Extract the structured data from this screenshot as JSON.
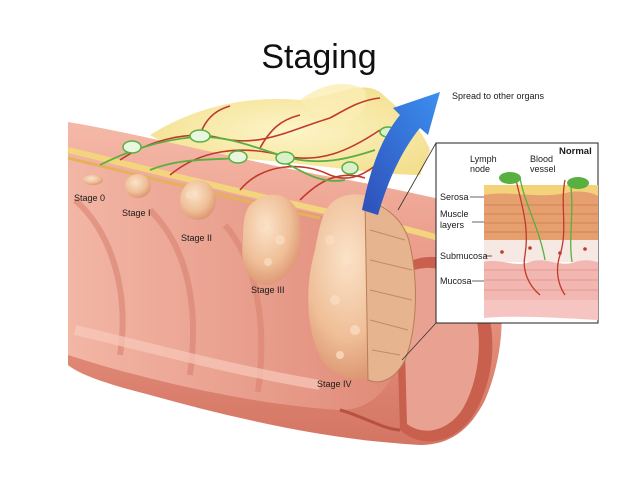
{
  "slide": {
    "title": "Staging"
  },
  "diagram": {
    "stages": [
      "Stage 0",
      "Stage I",
      "Stage II",
      "Stage III",
      "Stage IV"
    ],
    "spread_label": "Spread to other organs",
    "inset": {
      "heading": "Normal",
      "lymph_node_label": [
        "Lymph",
        "node"
      ],
      "blood_vessel_label": [
        "Blood",
        "vessel"
      ],
      "layers": [
        "Serosa",
        "Muscle",
        "layers",
        "Submucosa",
        "Mucosa"
      ]
    }
  },
  "colors": {
    "tissue": "#eaa08e",
    "tissue_dark": "#c4614e",
    "tumor": "#f1c39e",
    "fat": "#f7e9a8",
    "vessel": "#c0392b",
    "lymph": "#58b040",
    "arrow": "#1f5fd0"
  }
}
